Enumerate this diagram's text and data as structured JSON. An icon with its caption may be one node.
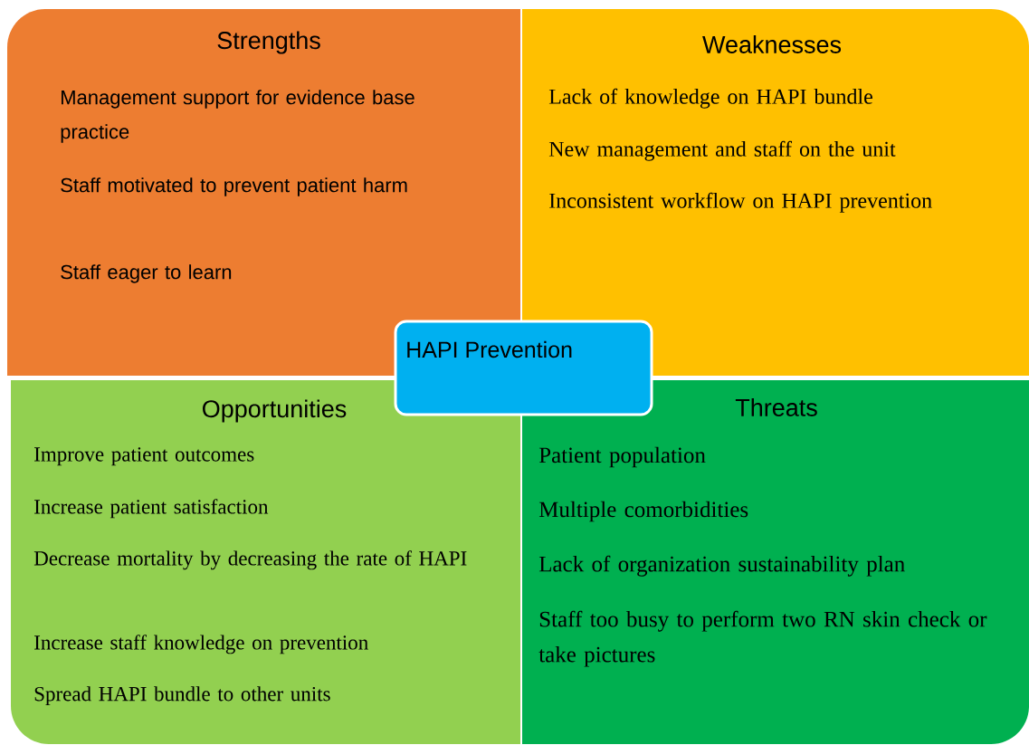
{
  "diagram": {
    "nodes": [
      {
        "text": [
          "Strengths",
          "Management support for evidence base practice",
          "Staff motivated to prevent patient harm",
          "Staff eager to learn"
        ]
      },
      {
        "text": [
          "Weaknesses",
          "Lack of knowledge on HAPI bundle",
          "New management and staff on the unit",
          "Inconsistent workflow on HAPI prevention"
        ]
      },
      {
        "text": [
          "HAPI Prevention"
        ]
      },
      {
        "text": [
          "Opportunities",
          "Improve patient outcomes",
          "Increase patient satisfaction",
          "Decrease mortality by decreasing the rate of HAPI",
          "Increase staff knowledge on prevention",
          "Spread HAPI bundle to other units"
        ]
      },
      {
        "text": [
          "Threats",
          "Patient population",
          "Multiple comorbidities",
          "Lack of organization sustainability plan",
          "Staff too busy to perform two RN skin check or take pictures"
        ]
      }
    ]
  }
}
